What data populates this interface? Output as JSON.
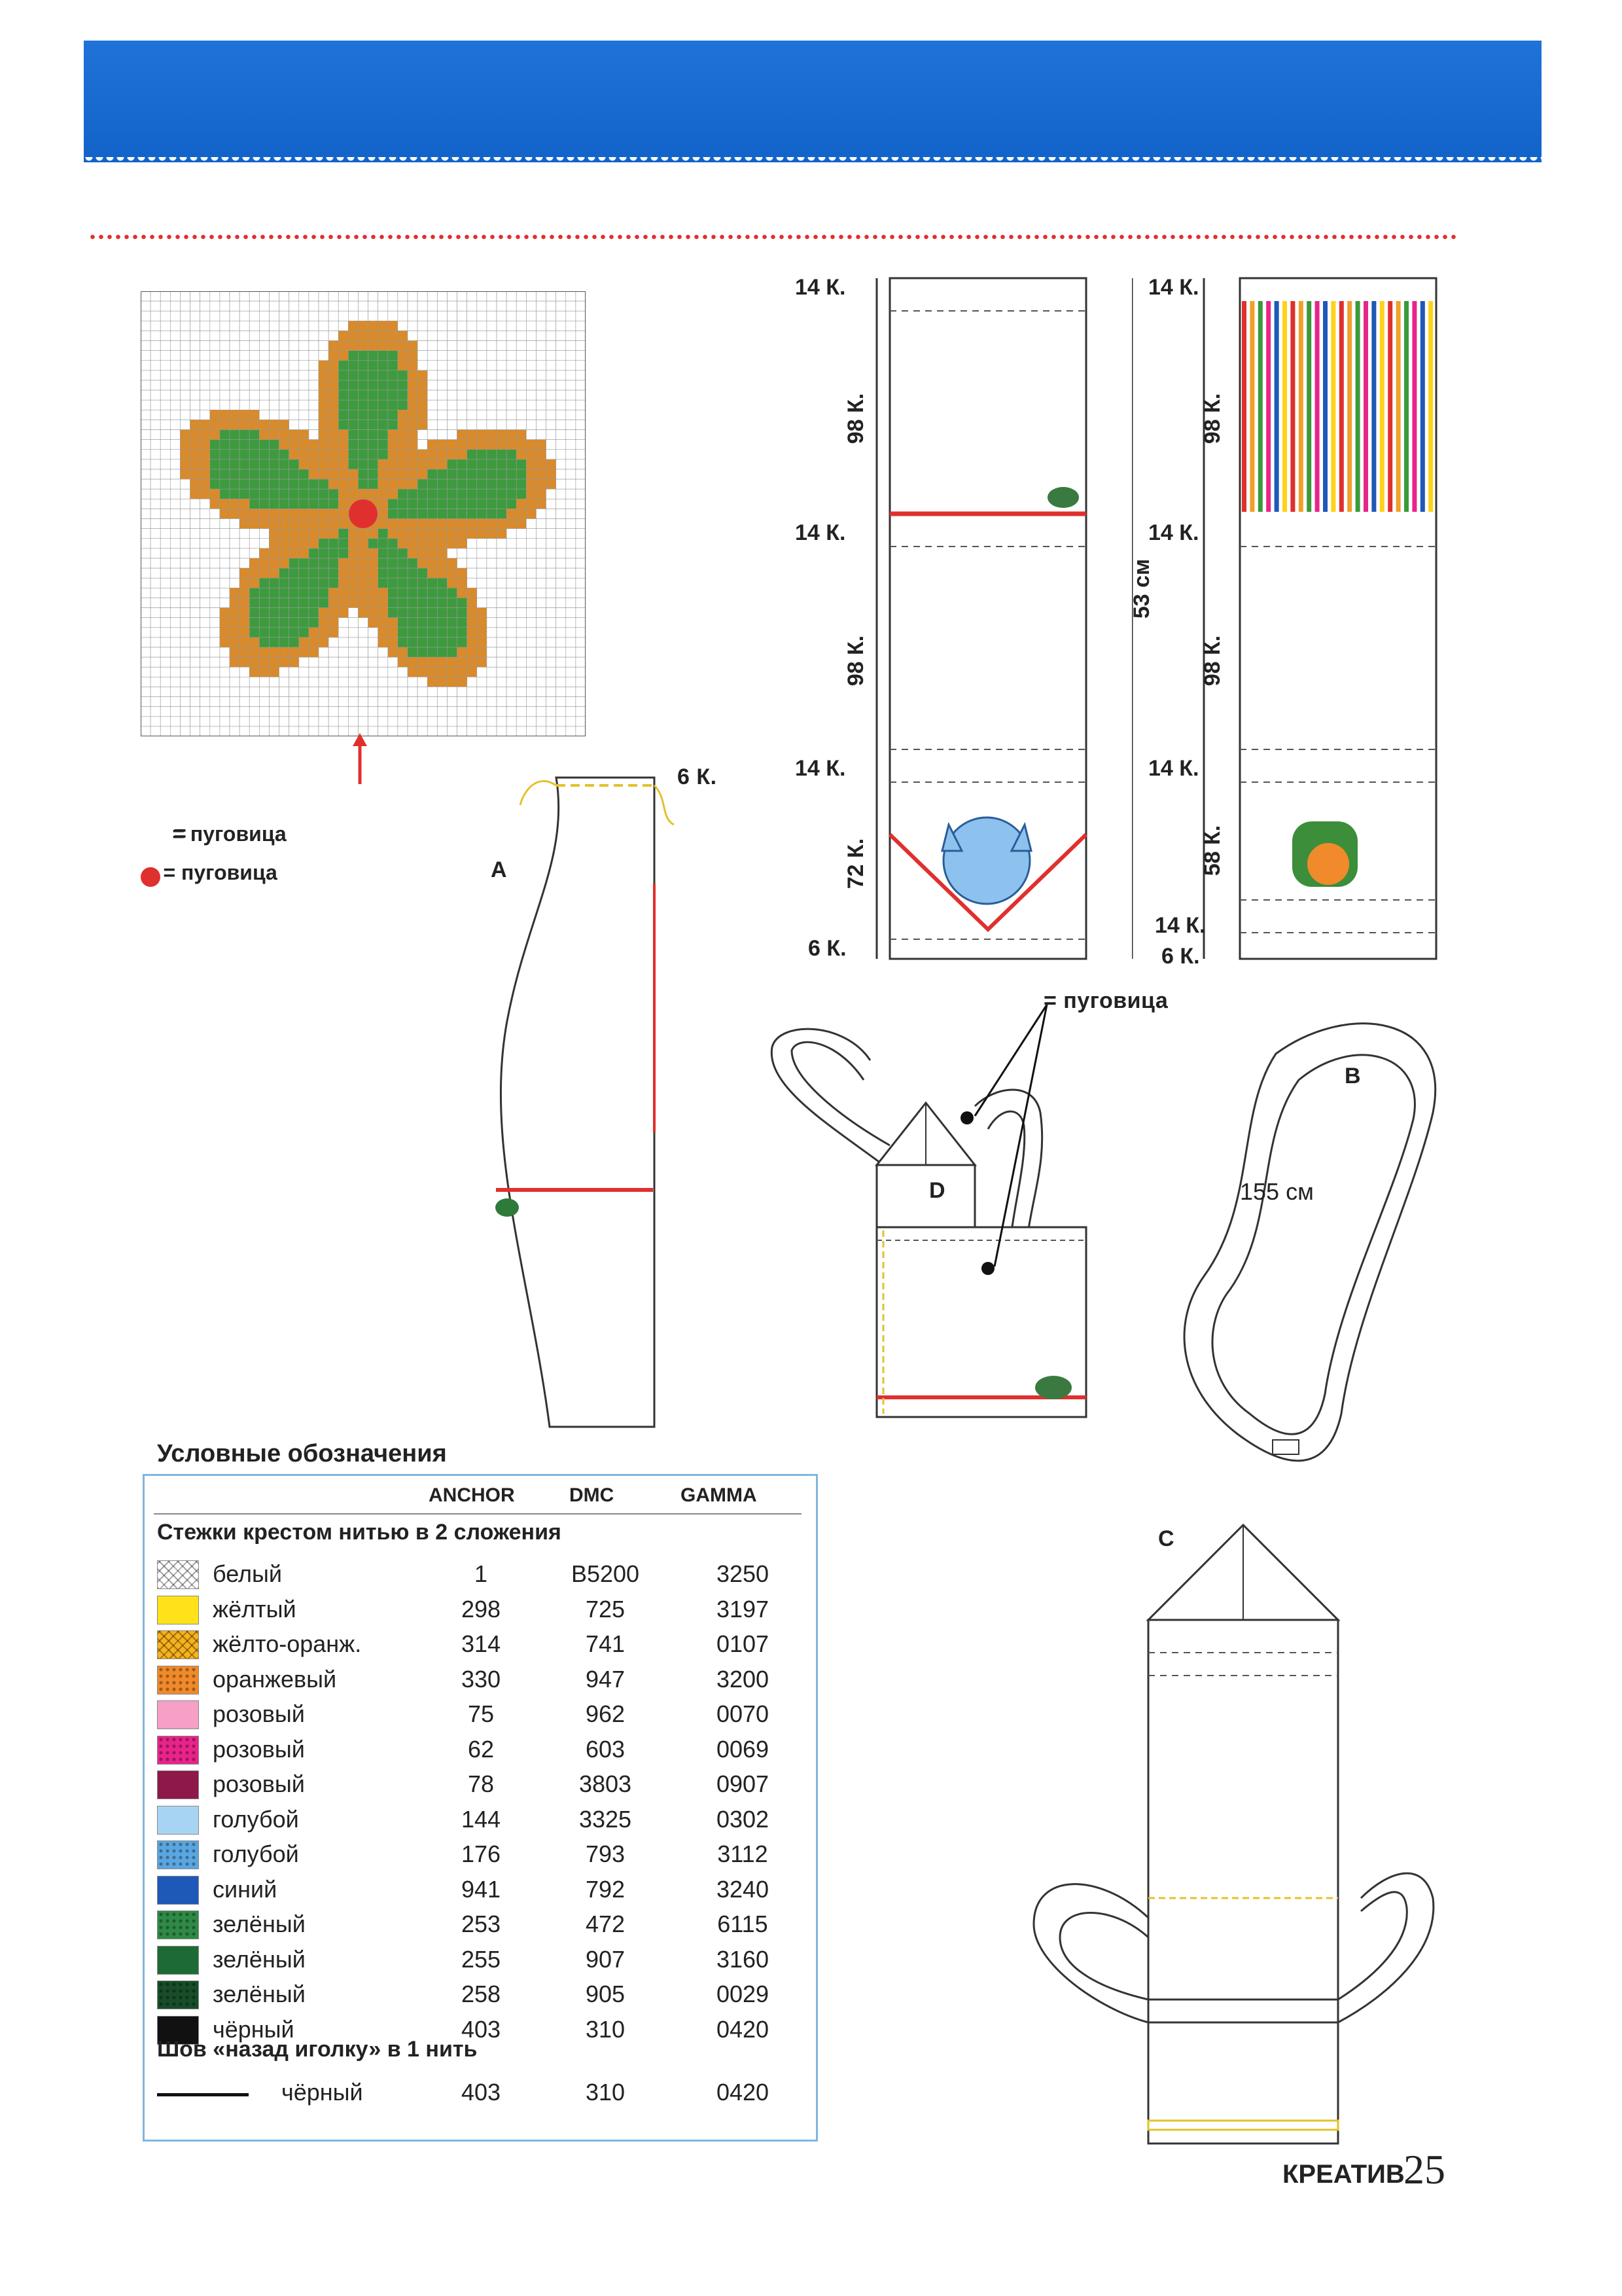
{
  "header": {
    "banner_color": "#1a6ad4",
    "accent_dots": "#e0302e"
  },
  "chart_pattern": {
    "symbol_notes": [
      {
        "label": "= пуговица",
        "swatch": "cross"
      },
      {
        "label": "= пуговица",
        "swatch": "red-dot"
      }
    ],
    "arrow_color": "#e0302e"
  },
  "pieces": {
    "A": {
      "label": "A",
      "top_dim": "6 К."
    },
    "B": {
      "label": "B",
      "length": "155 см"
    },
    "C": {
      "label": "C"
    },
    "D": {
      "label": "D",
      "button_note": "= пуговица"
    }
  },
  "panel_left": {
    "dims": [
      "14 К.",
      "98 К.",
      "14 К.",
      "98 К.",
      "14 К.",
      "72 К.",
      "6 К."
    ],
    "total": "53 см"
  },
  "panel_right": {
    "dims": [
      "14 К.",
      "98 К.",
      "14 К.",
      "98 К.",
      "14 К.",
      "58 К.",
      "14 К.",
      "6 К."
    ]
  },
  "legend": {
    "title": "Условные обозначения",
    "columns": [
      "ANCHOR",
      "DMC",
      "GAMMA"
    ],
    "section_cross": "Стежки крестом нитью в 2 сложения",
    "rows": [
      {
        "name": "белый",
        "anchor": "1",
        "dmc": "B5200",
        "gamma": "3250",
        "color": "#ffffff",
        "pattern": "cross"
      },
      {
        "name": "жёлтый",
        "anchor": "298",
        "dmc": "725",
        "gamma": "3197",
        "color": "#ffe21a",
        "pattern": "solid"
      },
      {
        "name": "жёлто-оранж.",
        "anchor": "314",
        "dmc": "741",
        "gamma": "0107",
        "color": "#f7b21c",
        "pattern": "cross"
      },
      {
        "name": "оранжевый",
        "anchor": "330",
        "dmc": "947",
        "gamma": "3200",
        "color": "#f08a2a",
        "pattern": "dots"
      },
      {
        "name": "розовый",
        "anchor": "75",
        "dmc": "962",
        "gamma": "0070",
        "color": "#f6a0c6",
        "pattern": "solid"
      },
      {
        "name": "розовый",
        "anchor": "62",
        "dmc": "603",
        "gamma": "0069",
        "color": "#e8248a",
        "pattern": "dots"
      },
      {
        "name": "розовый",
        "anchor": "78",
        "dmc": "3803",
        "gamma": "0907",
        "color": "#8e1848",
        "pattern": "solid"
      },
      {
        "name": "голубой",
        "anchor": "144",
        "dmc": "3325",
        "gamma": "0302",
        "color": "#a8d4f4",
        "pattern": "solid"
      },
      {
        "name": "голубой",
        "anchor": "176",
        "dmc": "793",
        "gamma": "3112",
        "color": "#5aa6e0",
        "pattern": "dots"
      },
      {
        "name": "синий",
        "anchor": "941",
        "dmc": "792",
        "gamma": "3240",
        "color": "#1e58b8",
        "pattern": "solid"
      },
      {
        "name": "зелёный",
        "anchor": "253",
        "dmc": "472",
        "gamma": "6115",
        "color": "#2e8a46",
        "pattern": "dots"
      },
      {
        "name": "зелёный",
        "anchor": "255",
        "dmc": "907",
        "gamma": "3160",
        "color": "#1e6a34",
        "pattern": "solid"
      },
      {
        "name": "зелёный",
        "anchor": "258",
        "dmc": "905",
        "gamma": "0029",
        "color": "#174d28",
        "pattern": "dots"
      },
      {
        "name": "чёрный",
        "anchor": "403",
        "dmc": "310",
        "gamma": "0420",
        "color": "#111111",
        "pattern": "solid"
      }
    ],
    "section_back": "Шов «назад иголку» в 1 нить",
    "back_row": {
      "name": "чёрный",
      "anchor": "403",
      "dmc": "310",
      "gamma": "0420"
    }
  },
  "footer": {
    "brand": "КРЕАТИВ",
    "page": "25"
  }
}
